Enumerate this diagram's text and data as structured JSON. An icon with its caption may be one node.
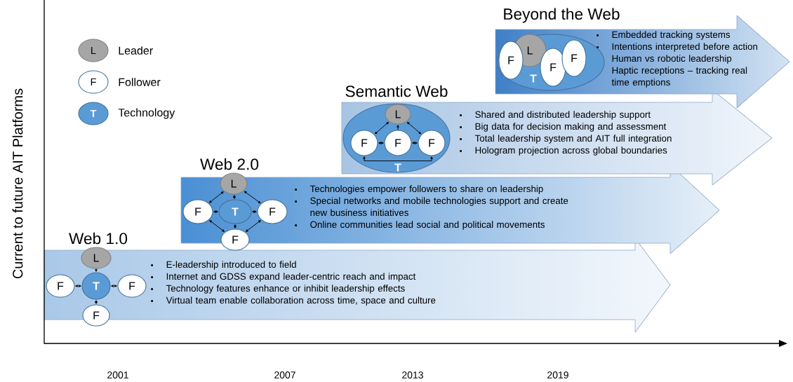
{
  "diagram": {
    "nodes": [
      {
        "text": [
          "Web 1.0",
          "E-leadership introduced to field",
          "Internet and GDSS expand leader-centric reach and impact",
          "Technology features enhance or inhibit leadership effects",
          "Virtual team enable collaboration across time, space and culture"
        ]
      },
      {
        "text": [
          "L"
        ],
        "in": 0
      },
      {
        "text": [
          "F"
        ],
        "in": 0
      },
      {
        "text": [
          "T"
        ],
        "in": 0
      },
      {
        "text": [
          "F"
        ],
        "in": 0
      },
      {
        "text": [
          "F"
        ],
        "in": 0
      },
      {
        "text": [
          "Web 2.0",
          "Technologies empower followers to share on leadership",
          "Special networks and mobile technologies support and create new business initiatives",
          "Online communities lead social and political movements"
        ]
      },
      {
        "text": [
          "L"
        ],
        "in": 6
      },
      {
        "text": [
          "F"
        ],
        "in": 6
      },
      {
        "text": [
          "T"
        ],
        "in": 6
      },
      {
        "text": [
          "F"
        ],
        "in": 6
      },
      {
        "text": [
          "F"
        ],
        "in": 6
      },
      {
        "text": [
          "Semantic Web",
          "Shared and distributed leadership support",
          "Big data for decision making and assessment",
          "Total leadership system and AIT full integration",
          "Hologram projection across global boundaries"
        ]
      },
      {
        "text": [
          "T"
        ],
        "in": 12
      },
      {
        "text": [
          "L"
        ],
        "in": 13
      },
      {
        "text": [
          "F"
        ],
        "in": 13
      },
      {
        "text": [
          "F"
        ],
        "in": 13
      },
      {
        "text": [
          "F"
        ],
        "in": 13
      },
      {
        "text": [
          "Beyond the Web",
          "Embedded tracking systems",
          "Intentions interpreted before action",
          "Human vs robotic leadership",
          "Haptic receptions – tracking real time emptions"
        ]
      },
      {
        "text": [
          "T"
        ],
        "in": 18
      },
      {
        "text": [
          "F"
        ],
        "in": 19
      },
      {
        "text": [
          "L"
        ],
        "in": 19
      },
      {
        "text": [
          "F"
        ],
        "in": 19
      },
      {
        "text": [
          "F"
        ],
        "in": 19
      }
    ],
    "edges": [
      {
        "from": 1,
        "to": 3,
        "arrow": "to"
      },
      {
        "from": 3,
        "to": 2,
        "arrow": "both"
      },
      {
        "from": 3,
        "to": 4,
        "arrow": "both"
      },
      {
        "from": 3,
        "to": 5,
        "arrow": "both"
      },
      {
        "from": 7,
        "to": 9,
        "arrow": "both"
      },
      {
        "from": 9,
        "to": 8,
        "arrow": "both"
      },
      {
        "from": 9,
        "to": 10,
        "arrow": "both"
      },
      {
        "from": 9,
        "to": 11,
        "arrow": "both"
      },
      {
        "from": 7,
        "to": 8,
        "arrow": "both"
      },
      {
        "from": 7,
        "to": 10,
        "arrow": "both"
      },
      {
        "from": 8,
        "to": 11,
        "arrow": "both"
      },
      {
        "from": 10,
        "to": 11,
        "arrow": "both"
      },
      {
        "from": 16,
        "to": 14,
        "arrow": "to"
      },
      {
        "from": 15,
        "to": 14,
        "arrow": "both"
      },
      {
        "from": 17,
        "to": 14,
        "arrow": "both"
      },
      {
        "from": 15,
        "to": 16,
        "arrow": "both"
      },
      {
        "from": 16,
        "to": 17,
        "arrow": "both"
      },
      {
        "from": 15,
        "to": 17,
        "arrow": "both"
      }
    ],
    "labels": [
      "Current to future AIT Platforms",
      "L",
      "F",
      "T",
      "2001",
      "2007",
      "2013",
      "2019"
    ],
    "legend": [
      {
        "text": "Leader",
        "color": "#a6a6a6"
      },
      {
        "text": "Follower"
      },
      {
        "text": "Technology",
        "color": "#5b9bd5"
      }
    ]
  }
}
